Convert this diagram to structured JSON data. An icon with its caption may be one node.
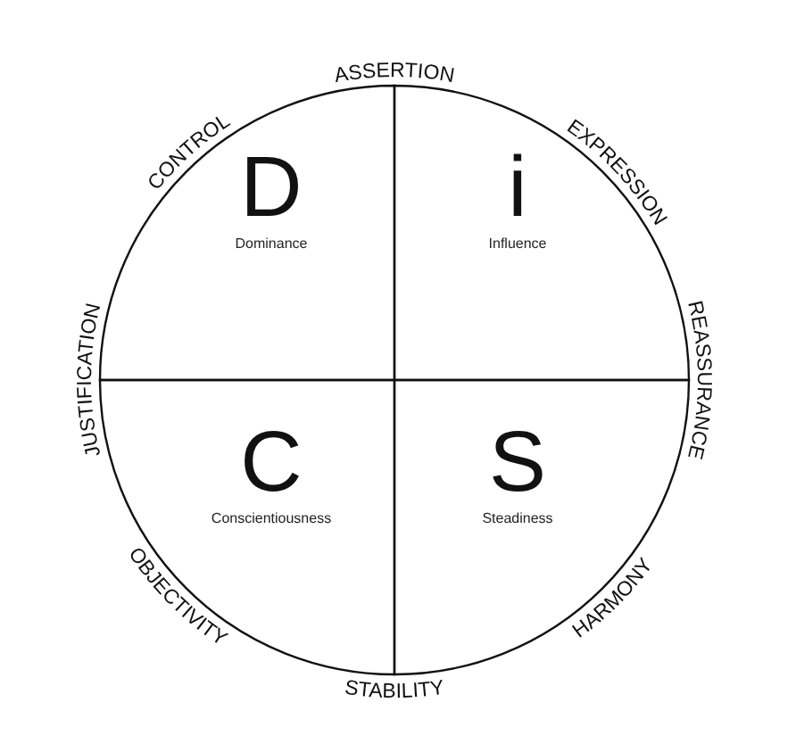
{
  "diagram": {
    "nodes": [
      {
        "text": [
          "D",
          "Dominance"
        ]
      },
      {
        "text": [
          "i",
          "Influence"
        ]
      },
      {
        "text": [
          "C",
          "Conscientiousness"
        ]
      },
      {
        "text": [
          "S",
          "Steadiness"
        ]
      }
    ],
    "edges": [],
    "labels": [
      "ASSERTION",
      "EXPRESSION",
      "REASSURANCE",
      "HARMONY",
      "STABILITY",
      "OBJECTIVITY",
      "JUSTIFICATION",
      "CONTROL"
    ]
  }
}
